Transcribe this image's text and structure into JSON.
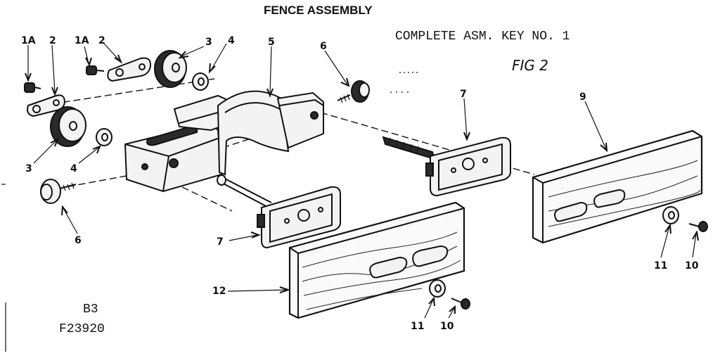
{
  "title": "FENCE ASSEMBLY",
  "subtitle": "COMPLETE ASM. KEY NO. 1",
  "figure": "FIG 2",
  "code_line1": "B3",
  "code_line2": "F23920",
  "callouts": {
    "c1a_left": "1A",
    "c2_left": "2",
    "c1a_right": "1A",
    "c2_right": "2",
    "c3_top": "3",
    "c4_top": "4",
    "c5": "5",
    "c6_top": "6",
    "c7_right": "7",
    "c9": "9",
    "c3_left": "3",
    "c4_left": "4",
    "c6_left": "6",
    "c7_left": "7",
    "c12": "12",
    "c11_bottom": "11",
    "c10_bottom": "10",
    "c11_right": "11",
    "c10_right": "10"
  }
}
